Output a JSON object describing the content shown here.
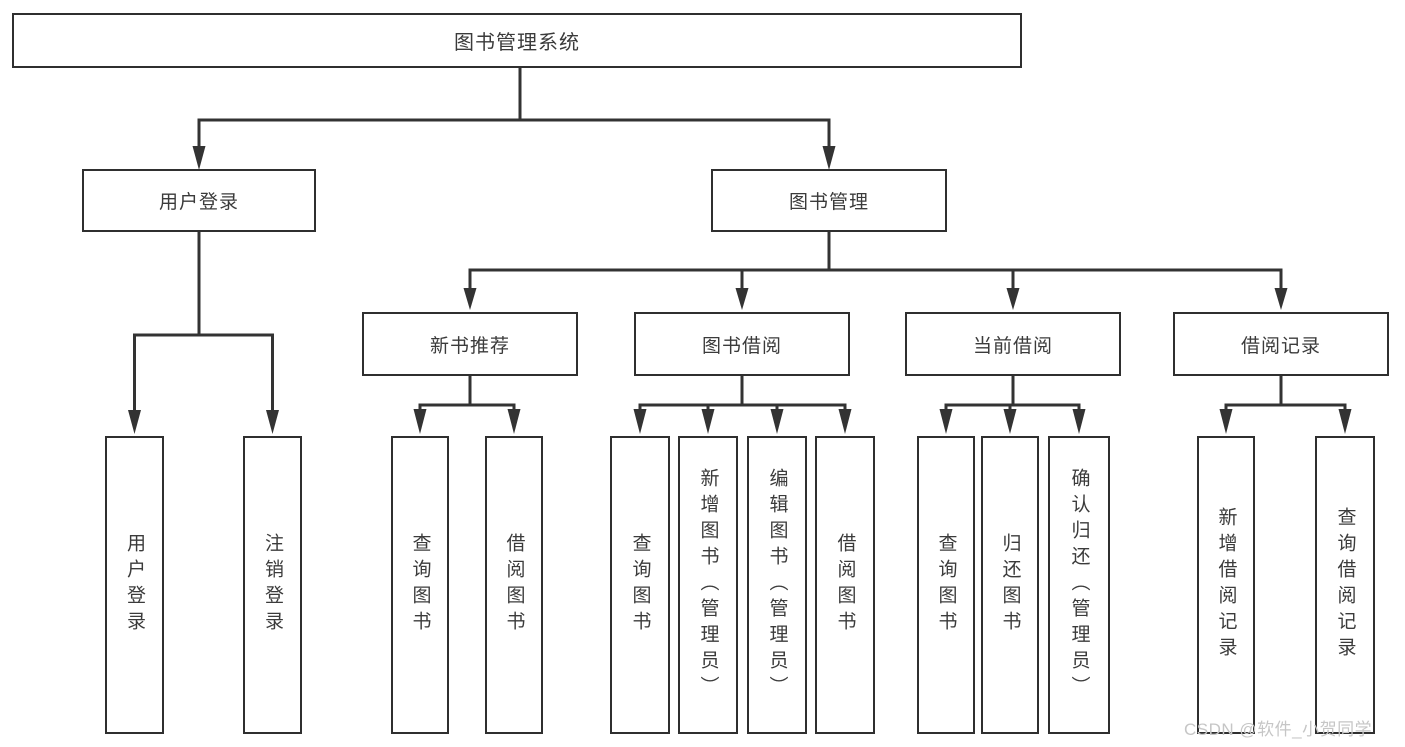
{
  "diagram": {
    "title": "图书管理系统",
    "root": {
      "label": "图书管理系统"
    },
    "level1": [
      {
        "label": "用户登录"
      },
      {
        "label": "图书管理"
      }
    ],
    "level2": [
      {
        "label": "新书推荐"
      },
      {
        "label": "图书借阅"
      },
      {
        "label": "当前借阅"
      },
      {
        "label": "借阅记录"
      }
    ],
    "leaves": {
      "user_login": [
        "用户登录",
        "注销登录"
      ],
      "new_book": [
        "查询图书",
        "借阅图书"
      ],
      "book_borrow": [
        "查询图书",
        "新增图书（管理员）",
        "编辑图书（管理员）",
        "借阅图书"
      ],
      "current_borrow": [
        "查询图书",
        "归还图书",
        "确认归还（管理员）"
      ],
      "borrow_record": [
        "新增借阅记录",
        "查询借阅记录"
      ]
    }
  },
  "watermark": "CSDN @软件_小贺同学",
  "colors": {
    "line": "#333333",
    "box_border": "#2f2f2f",
    "text": "#3b3b3b",
    "watermark_text": "#c6c6c6",
    "background": "#ffffff"
  }
}
